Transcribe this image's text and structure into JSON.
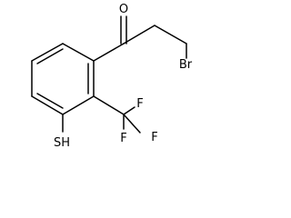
{
  "structure": {
    "atoms": {
      "oxygen": "O",
      "bromine": "Br",
      "thiol": "SH",
      "fluorine_top": "F",
      "fluorine_right": "F",
      "fluorine_bottom": "F"
    }
  }
}
